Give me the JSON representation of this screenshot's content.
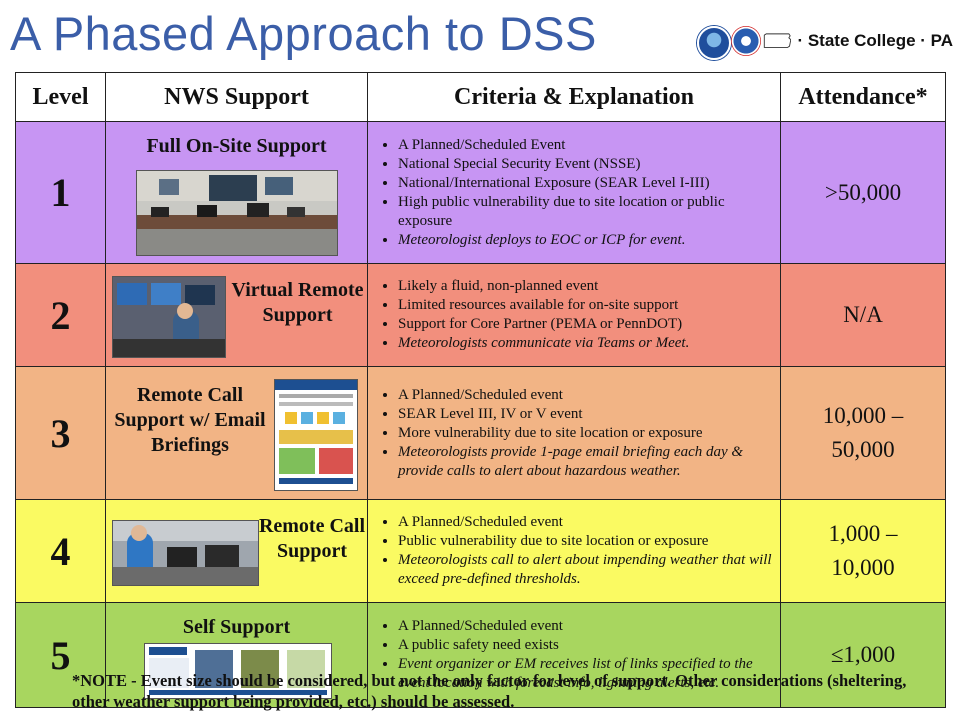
{
  "header": {
    "title": "A Phased Approach to DSS",
    "location": "· State College · PA"
  },
  "table": {
    "headers": [
      "Level",
      "NWS Support",
      "Criteria & Explanation",
      "Attendance*"
    ],
    "rows": [
      {
        "level": "1",
        "support": "Full On-Site Support",
        "criteria": [
          "A Planned/Scheduled Event",
          "National Special Security Event (NSSE)",
          "National/International Exposure (SEAR Level I-III)",
          "High public vulnerability due to site location or public exposure",
          "Meteorologist deploys to EOC or ICP for event."
        ],
        "attendance": ">50,000",
        "color": "#c795f3"
      },
      {
        "level": "2",
        "support": "Virtual Remote Support",
        "criteria": [
          "Likely a fluid, non-planned event",
          "Limited resources available for on-site support",
          "Support for Core Partner (PEMA or PennDOT)",
          "Meteorologists communicate via Teams or Meet."
        ],
        "attendance": "N/A",
        "color": "#f28f7d"
      },
      {
        "level": "3",
        "support": "Remote Call Support w/ Email Briefings",
        "criteria": [
          "A Planned/Scheduled event",
          "SEAR Level III, IV or V event",
          "More vulnerability due to site location or exposure",
          "Meteorologists provide 1-page email briefing each day & provide calls to alert about hazardous weather."
        ],
        "attendance": "10,000 – 50,000",
        "color": "#f2b485"
      },
      {
        "level": "4",
        "support": "Remote Call Support",
        "criteria": [
          "A Planned/Scheduled event",
          "Public vulnerability due to site location or exposure",
          "Meteorologists call to alert about impending weather that will exceed pre-defined thresholds."
        ],
        "attendance": "1,000 – 10,000",
        "color": "#fafa62"
      },
      {
        "level": "5",
        "support": "Self Support",
        "criteria": [
          "A Planned/Scheduled event",
          "A public safety need exists",
          "Event organizer or EM receives list of links specified to the event location with forecast info, lightning alerts, etc."
        ],
        "attendance": "≤1,000",
        "color": "#a8d65f"
      }
    ]
  },
  "note": "*NOTE - Event size should be considered, but not the only factor for level of support. Other considerations (sheltering, other weather support being provided, etc.) should be assessed."
}
